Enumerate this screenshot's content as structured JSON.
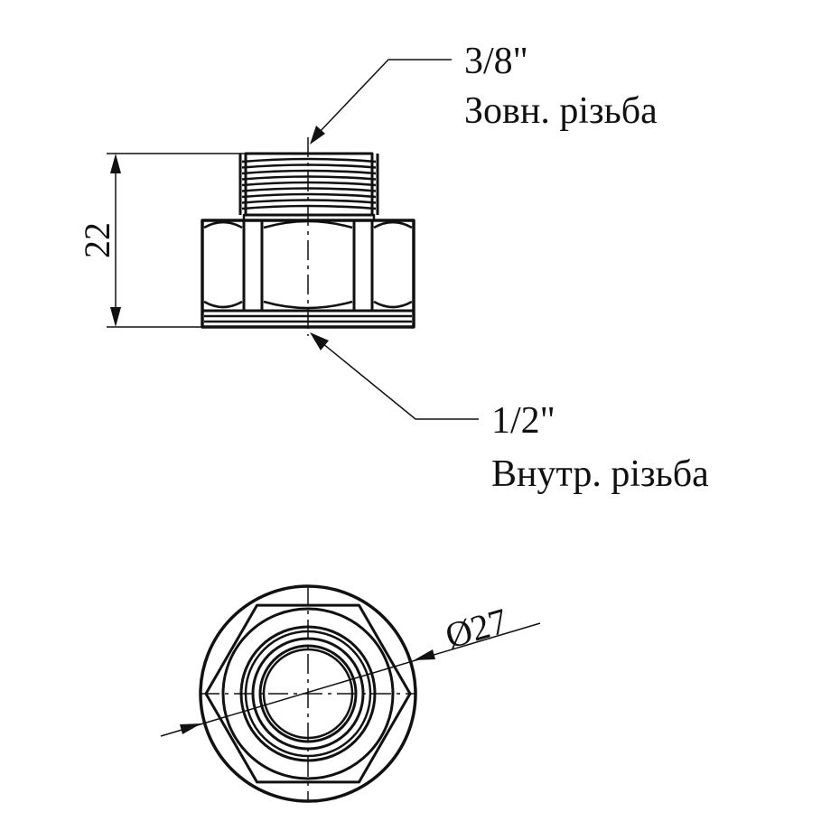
{
  "drawing": {
    "top_thread": {
      "size": "3/8\"",
      "type": "Зовн. різьба"
    },
    "bottom_thread": {
      "size": "1/2\"",
      "type": "Внутр. різьба"
    },
    "height_dimension": "22",
    "diameter_dimension": "Ø27"
  },
  "colors": {
    "line": "#111111",
    "background": "#ffffff"
  }
}
